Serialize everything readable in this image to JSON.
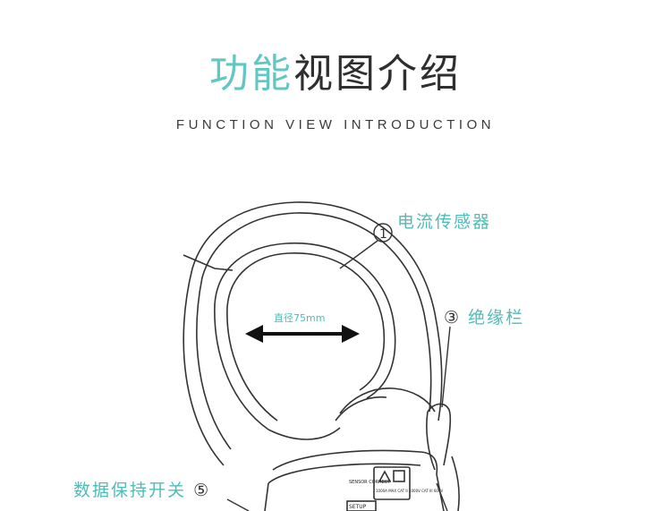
{
  "title": {
    "accent": "功能",
    "rest": "视图介绍"
  },
  "subtitle": "FUNCTION VIEW INTRODUCTION",
  "callouts": [
    {
      "number": "1",
      "label": "电流传感器"
    },
    {
      "number": "③",
      "label": "绝缘栏"
    },
    {
      "number": "⑤",
      "label": "数据保持开关"
    }
  ],
  "diameter_label": "直径75mm",
  "device_text": {
    "brand": "",
    "button": "SETUP",
    "warning": "1000A MAX CAT II 1000V CAT III 600V",
    "indicator": "SENSOR CORRECT"
  },
  "colors": {
    "accent": "#62c7c2",
    "text": "#2f2f2f",
    "line": "#333333"
  }
}
